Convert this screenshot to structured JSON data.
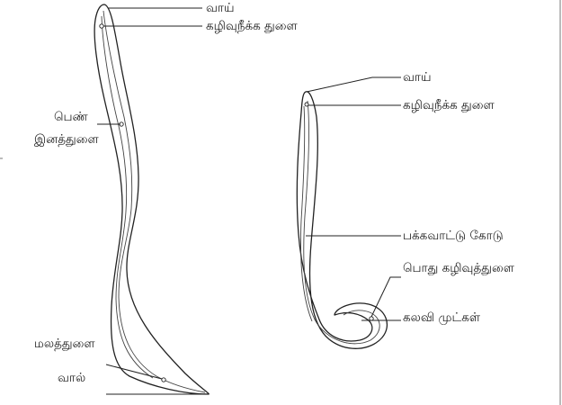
{
  "female_labels": {
    "mouth": "வாய்",
    "excretory_pore": "கழிவுநீக்க துளை",
    "genital_pore_line1": "பெண்",
    "genital_pore_line2": "இனத்துளை",
    "anus": "மலத்துளை",
    "tail": "வால்"
  },
  "male_labels": {
    "mouth": "வாய்",
    "excretory_pore": "கழிவுநீக்க துளை",
    "lateral_line": "பக்கவாட்டு கோடு",
    "cloaca": "பொது கழிவுத்துளை",
    "copulatory_spicules": "கலவி முட்கள்"
  }
}
